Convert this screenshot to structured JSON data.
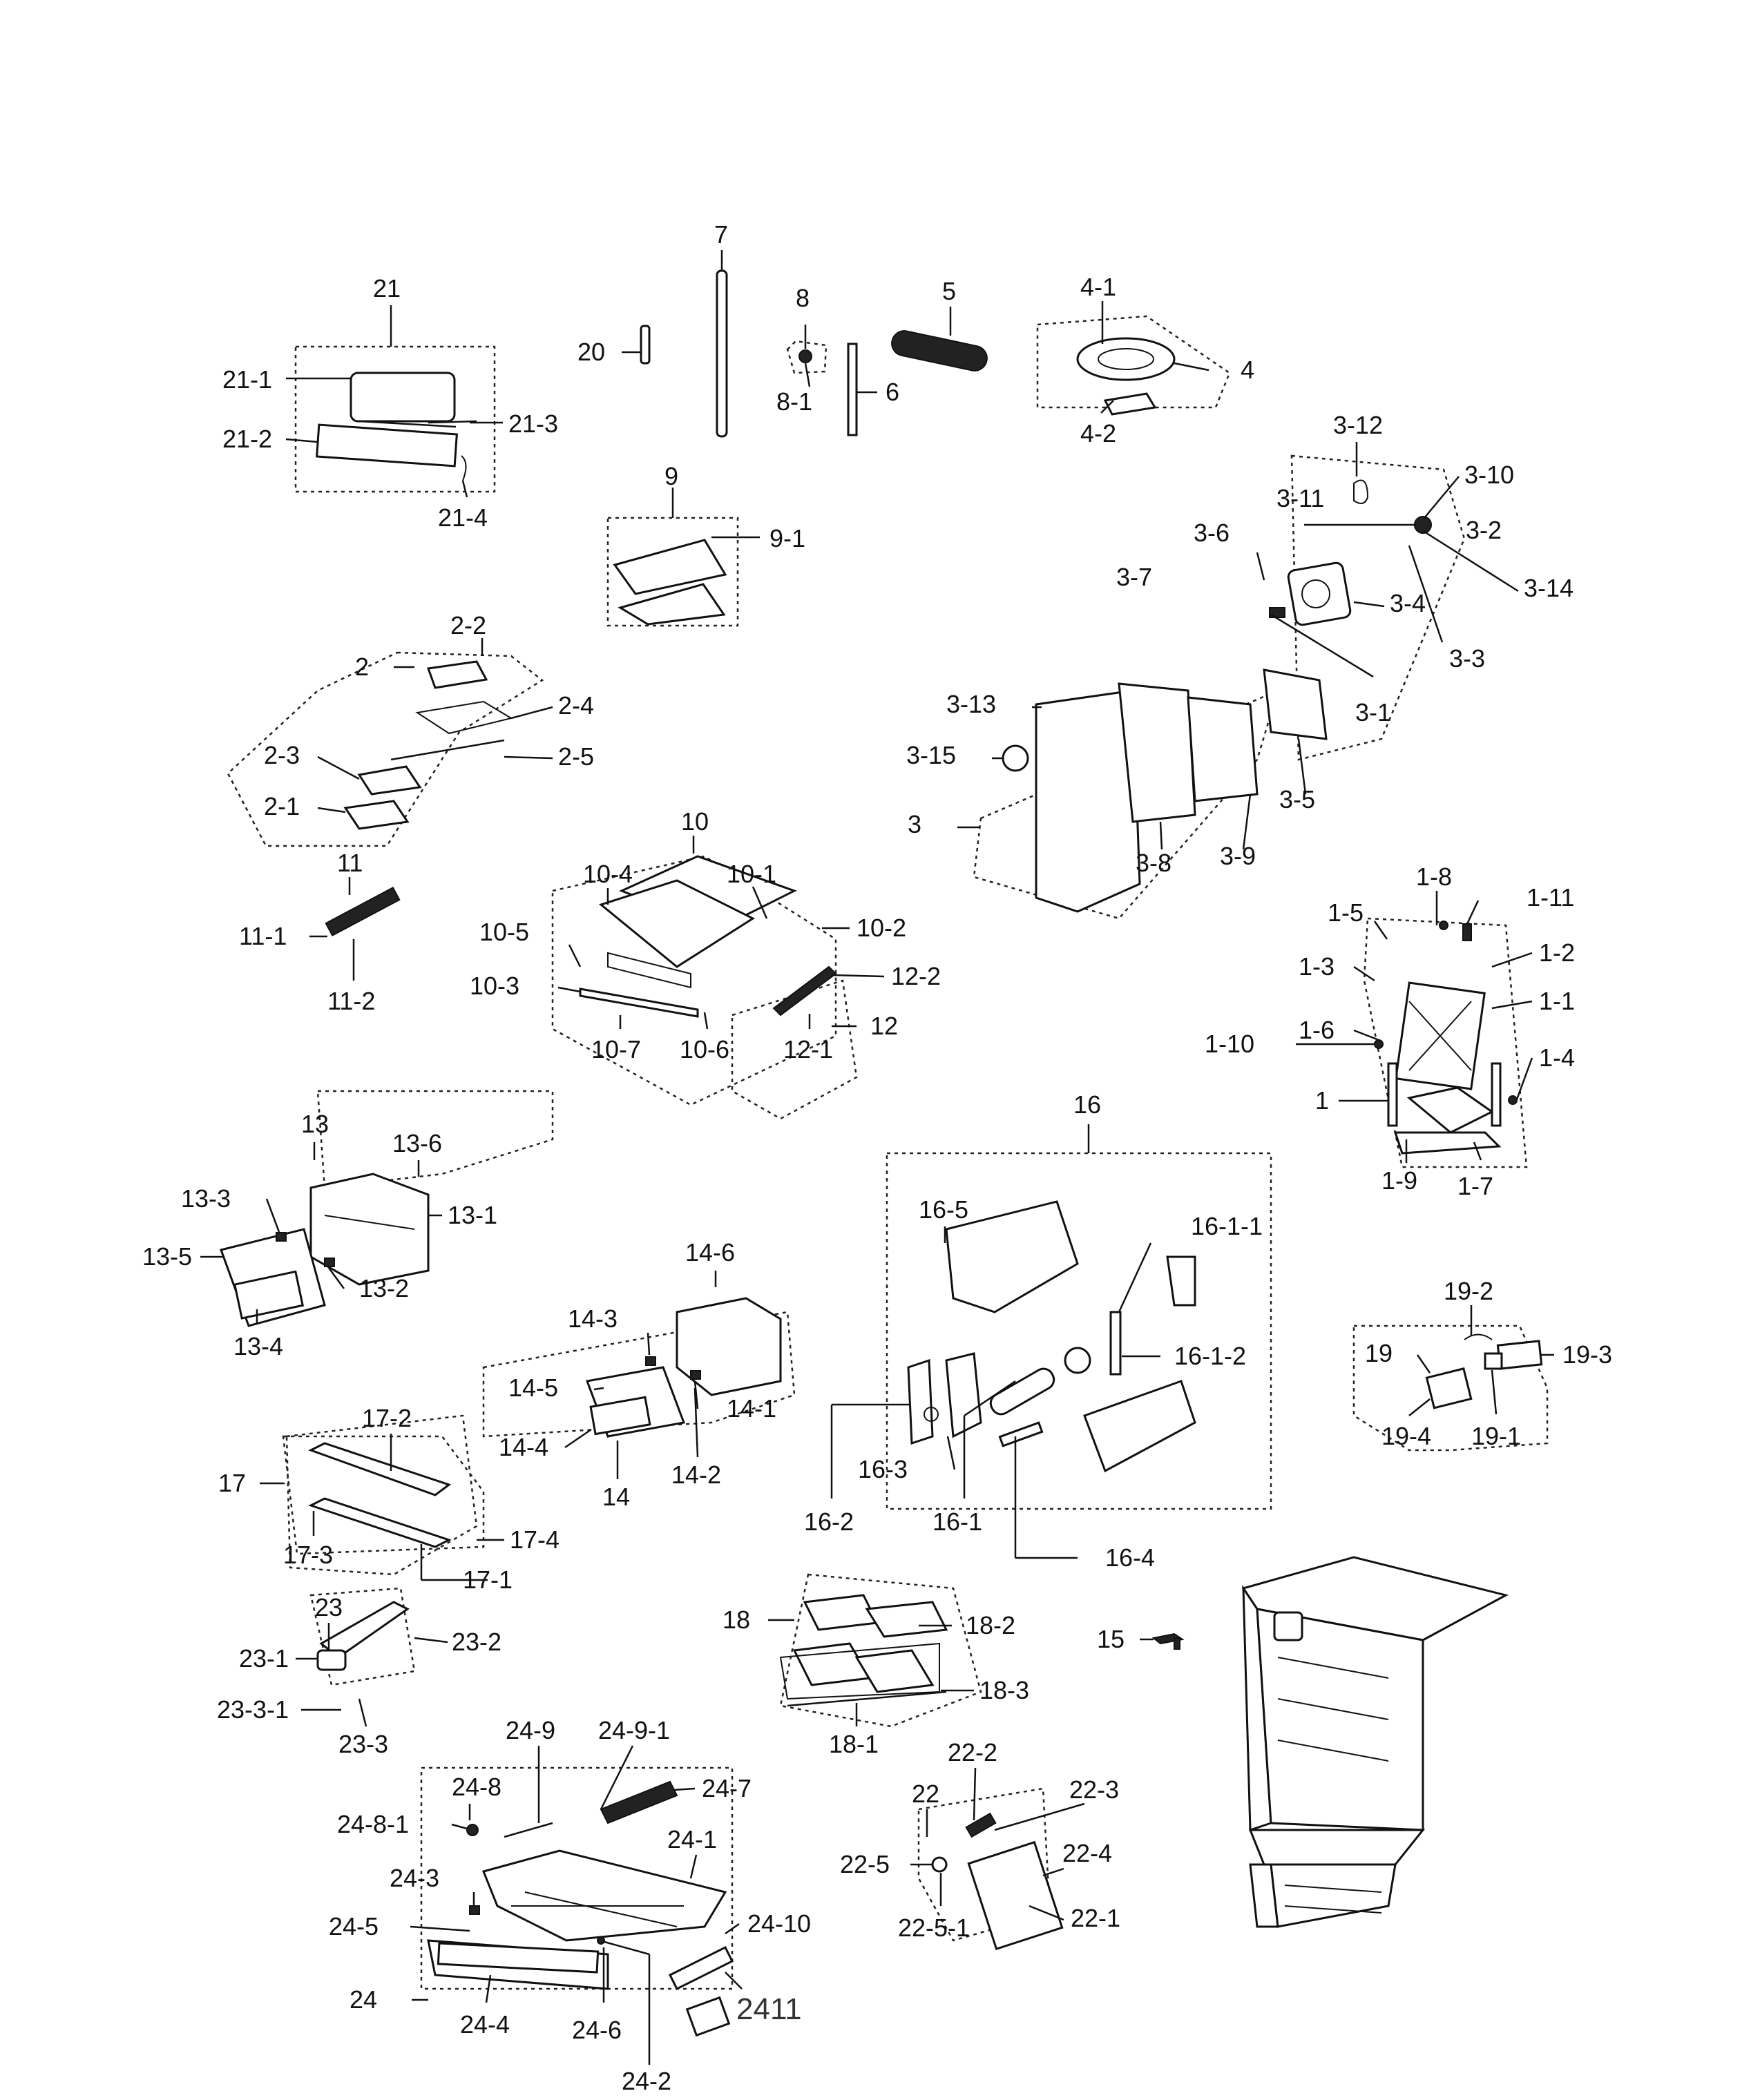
{
  "labels": {
    "l7": "7",
    "l8": "8",
    "l8_1": "8-1",
    "l20": "20",
    "l6": "6",
    "l5": "5",
    "l4_1": "4-1",
    "l4": "4",
    "l4_2": "4-2",
    "l21": "21",
    "l21_1": "21-1",
    "l21_2": "21-2",
    "l21_3": "21-3",
    "l21_4": "21-4",
    "l9": "9",
    "l9_1": "9-1",
    "l3_12": "3-12",
    "l3_10": "3-10",
    "l3_11": "3-11",
    "l3_2": "3-2",
    "l3_6": "3-6",
    "l3_14": "3-14",
    "l3_4": "3-4",
    "l3_7": "3-7",
    "l3_3": "3-3",
    "l3_1": "3-1",
    "l3_13": "3-13",
    "l3_15": "3-15",
    "l3": "3",
    "l3_5": "3-5",
    "l3_8": "3-8",
    "l3_9": "3-9",
    "l2_2": "2-2",
    "l2": "2",
    "l2_4": "2-4",
    "l2_3": "2-3",
    "l2_5": "2-5",
    "l2_1": "2-1",
    "l11": "11",
    "l11_1": "11-1",
    "l11_2": "11-2",
    "l10": "10",
    "l10_4": "10-4",
    "l10_1": "10-1",
    "l10_5": "10-5",
    "l10_2": "10-2",
    "l10_3": "10-3",
    "l10_7": "10-7",
    "l10_6": "10-6",
    "l12_2": "12-2",
    "l12": "12",
    "l12_1": "12-1",
    "l1_8": "1-8",
    "l1_11": "1-11",
    "l1_5": "1-5",
    "l1_2": "1-2",
    "l1_3": "1-3",
    "l1_1": "1-1",
    "l1_10": "1-10",
    "l1_6": "1-6",
    "l1_4": "1-4",
    "l1": "1",
    "l1_9": "1-9",
    "l1_7": "1-7",
    "l13": "13",
    "l13_6": "13-6",
    "l13_3": "13-3",
    "l13_1": "13-1",
    "l13_5": "13-5",
    "l13_2": "13-2",
    "l13_4": "13-4",
    "l16": "16",
    "l16_5": "16-5",
    "l16_1_1": "16-1-1",
    "l16_1_2": "16-1-2",
    "l16_3": "16-3",
    "l16_2": "16-2",
    "l16_1": "16-1",
    "l16_4": "16-4",
    "l14_6": "14-6",
    "l14_3": "14-3",
    "l14_5": "14-5",
    "l14_1": "14-1",
    "l14_4": "14-4",
    "l14_2": "14-2",
    "l14": "14",
    "l19_2": "19-2",
    "l19": "19",
    "l19_3": "19-3",
    "l19_4": "19-4",
    "l19_1": "19-1",
    "l17_2": "17-2",
    "l17": "17",
    "l17_3": "17-3",
    "l17_4": "17-4",
    "l17_1": "17-1",
    "l23": "23",
    "l23_2": "23-2",
    "l23_1": "23-1",
    "l23_3_1": "23-3-1",
    "l23_3": "23-3",
    "l18": "18",
    "l18_2": "18-2",
    "l18_3": "18-3",
    "l18_1": "18-1",
    "l15": "15",
    "l24_9": "24-9",
    "l24_9_1": "24-9-1",
    "l24_8": "24-8",
    "l24_7": "24-7",
    "l24_8_1": "24-8-1",
    "l24_1": "24-1",
    "l24_3": "24-3",
    "l24_10": "24-10",
    "l24_5": "24-5",
    "l24": "24",
    "l24_4": "24-4",
    "l24_6": "24-6",
    "l2411": "2411",
    "l24_2": "24-2",
    "l22_2": "22-2",
    "l22": "22",
    "l22_3": "22-3",
    "l22_4": "22-4",
    "l22_5": "22-5",
    "l22_1": "22-1",
    "l22_5_1": "22-5-1"
  }
}
